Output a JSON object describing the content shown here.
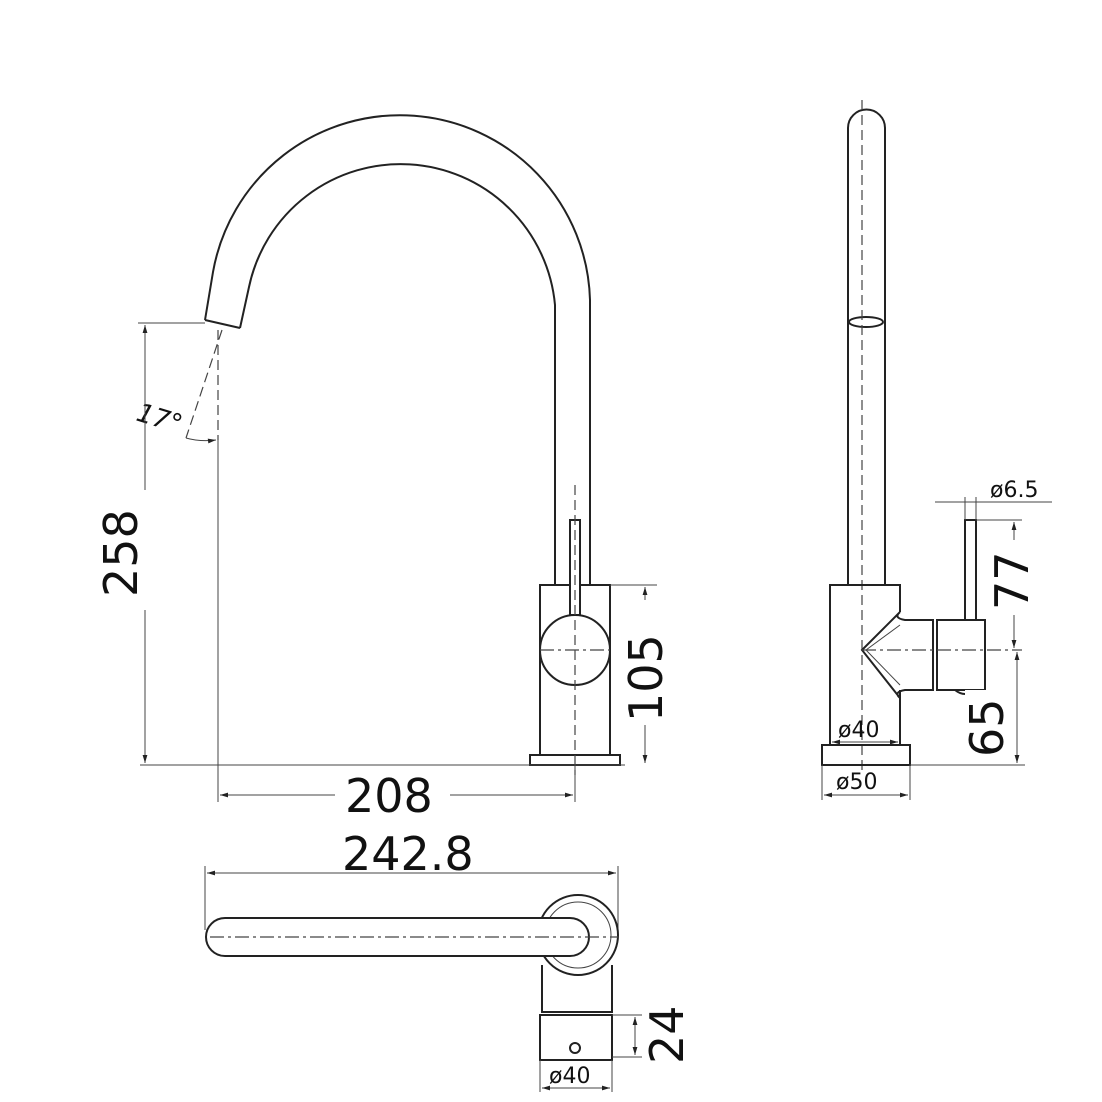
{
  "drawing": {
    "front_view": {
      "height_label": "258",
      "body_height_label": "105",
      "reach_label": "208",
      "spout_angle_label": "17°"
    },
    "side_view": {
      "lever_diameter_label": "ø6.5",
      "lever_height_label": "77",
      "lever_axis_height_label": "65",
      "body_diameter_label": "ø40",
      "base_diameter_label": "ø50"
    },
    "top_view": {
      "overall_length_label": "242.8",
      "base_height_label": "24",
      "base_diameter_label": "ø40"
    },
    "line_color": "#222222"
  }
}
